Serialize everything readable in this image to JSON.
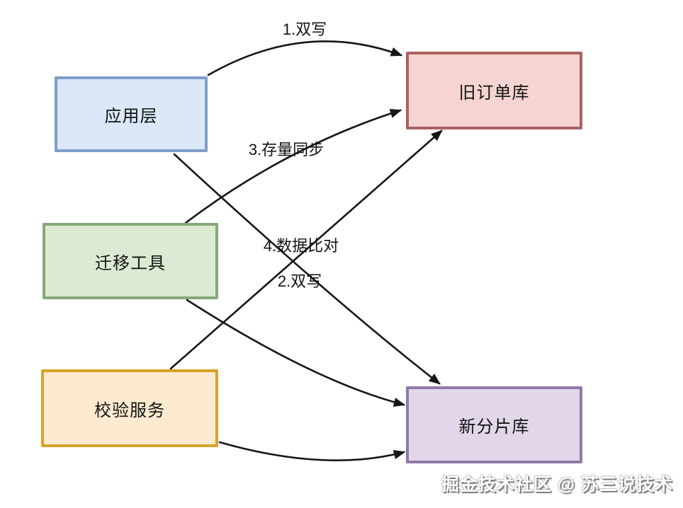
{
  "diagram": {
    "background": "#ffffff",
    "edge_color": "#161616",
    "text_color": "#121212",
    "nodes": [
      {
        "id": "app-layer",
        "label": "应用层",
        "fill": "#dbe8f8",
        "border": "#7e9cc9"
      },
      {
        "id": "migration-tool",
        "label": "迁移工具",
        "fill": "#dcead3",
        "border": "#85a878"
      },
      {
        "id": "validation-service",
        "label": "校验服务",
        "fill": "#fcead0",
        "border": "#d8a229"
      },
      {
        "id": "old-order-db",
        "label": "旧订单库",
        "fill": "#f6d4d2",
        "border": "#a86361"
      },
      {
        "id": "new-shard-db",
        "label": "新分片库",
        "fill": "#e1d7e8",
        "border": "#9179a8"
      }
    ],
    "edges": [
      {
        "id": "double-write-old",
        "label": "1.双写",
        "from": "app-layer",
        "to": "old-order-db"
      },
      {
        "id": "double-write-new",
        "label": "2.双写",
        "from": "app-layer",
        "to": "new-shard-db"
      },
      {
        "id": "stock-sync",
        "label": "3.存量同步",
        "from": "migration-tool",
        "to": "old-order-db"
      },
      {
        "id": "data-compare",
        "label": "4.数据比对",
        "from": "validation-service",
        "to": "old-order-db"
      },
      {
        "id": "migration-write",
        "label": "",
        "from": "migration-tool",
        "to": "new-shard-db"
      },
      {
        "id": "validation-read",
        "label": "",
        "from": "validation-service",
        "to": "new-shard-db"
      }
    ],
    "watermark": "掘金技术社区 @ 苏三说技术"
  }
}
